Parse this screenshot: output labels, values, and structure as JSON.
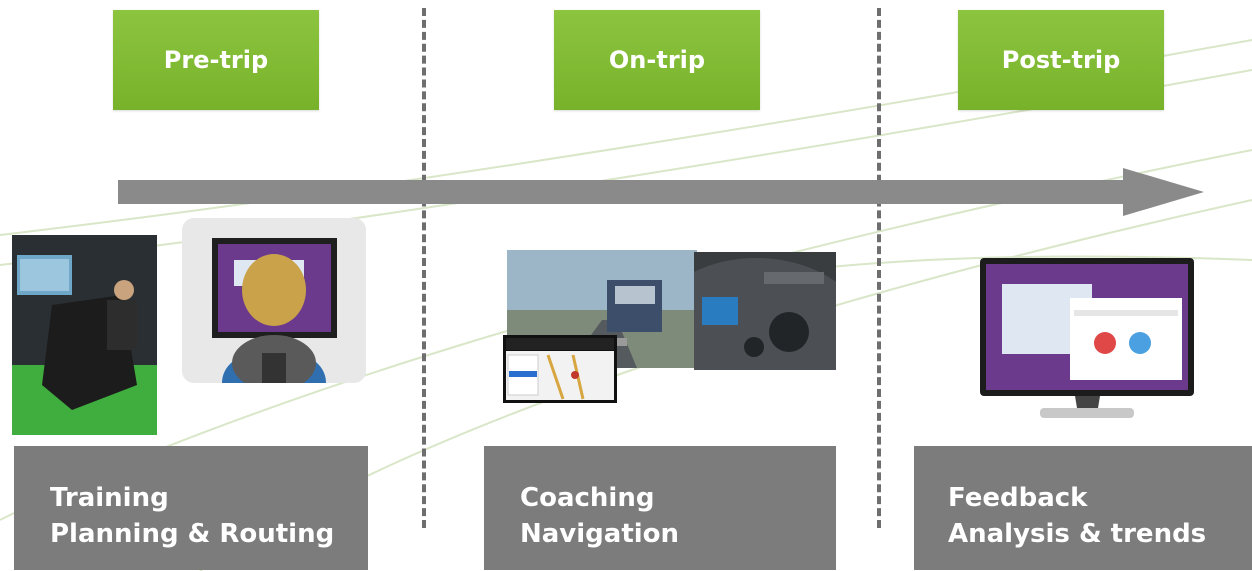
{
  "phases": [
    {
      "label": "Pre-trip"
    },
    {
      "label": "On-trip"
    },
    {
      "label": "Post-trip"
    }
  ],
  "categories": [
    {
      "line1": "Training",
      "line2": "Planning & Routing"
    },
    {
      "line1": "Coaching",
      "line2": "Navigation"
    },
    {
      "line1": "Feedback",
      "line2": "Analysis & trends"
    }
  ],
  "images": {
    "simulator": "driving-simulator-photo",
    "driver_screen": "driver-at-screen-illustration",
    "truck": "truck-on-highway-photo",
    "nav_device": "navigation-device-screen",
    "dashboard": "truck-dashboard-photo",
    "monitor": "analytics-monitor-illustration"
  },
  "colors": {
    "phase_green": "#7ab42c",
    "box_gray": "#7c7c7c",
    "arrow_gray": "#8a8a8a",
    "divider_gray": "#6e6e6e"
  }
}
